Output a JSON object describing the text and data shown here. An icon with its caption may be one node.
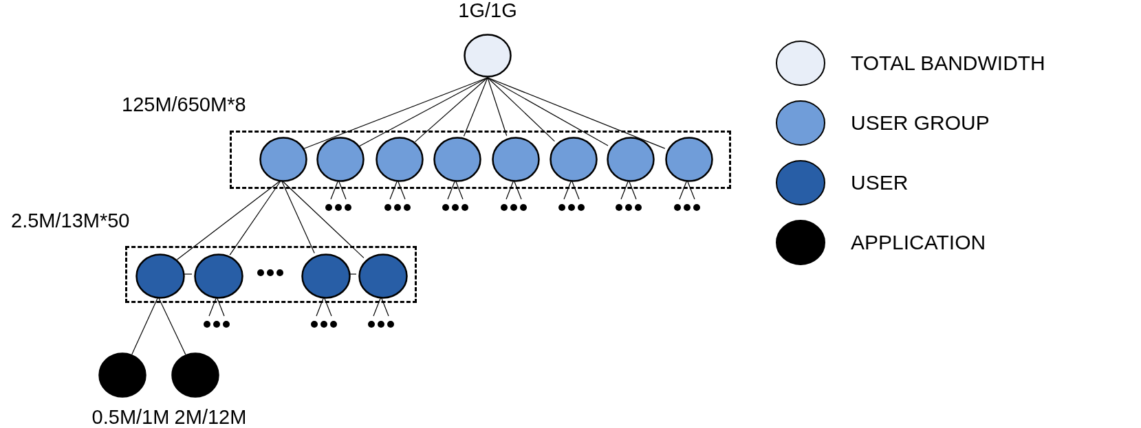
{
  "diagram": {
    "nodes": [
      {
        "text": [],
        "shape": "circle",
        "beside": [
          "1G/1G"
        ]
      },
      {
        "text": [
          "125M/650M*8"
        ]
      },
      {
        "text": [],
        "shape": "circle",
        "in": 1
      },
      {
        "text": [],
        "shape": "circle",
        "in": 1
      },
      {
        "text": [],
        "shape": "circle",
        "in": 1
      },
      {
        "text": [],
        "shape": "circle",
        "in": 1
      },
      {
        "text": [],
        "shape": "circle",
        "in": 1
      },
      {
        "text": [],
        "shape": "circle",
        "in": 1
      },
      {
        "text": [],
        "shape": "circle",
        "in": 1
      },
      {
        "text": [],
        "shape": "circle",
        "in": 1
      },
      {
        "text": [
          "2.5M/13M*50"
        ]
      },
      {
        "text": [],
        "shape": "circle",
        "in": 10
      },
      {
        "text": [],
        "shape": "circle",
        "in": 10
      },
      {
        "text": [],
        "shape": "circle",
        "in": 10
      },
      {
        "text": [],
        "shape": "circle",
        "in": 10
      },
      {
        "text": [],
        "shape": "circle",
        "beside": [
          "0.5M/1M"
        ]
      },
      {
        "text": [],
        "shape": "circle",
        "beside": [
          "2M/12M"
        ]
      }
    ],
    "edges": [
      {
        "from": 0,
        "to": 2,
        "arrow": "none"
      },
      {
        "from": 0,
        "to": 3,
        "arrow": "none"
      },
      {
        "from": 0,
        "to": 4,
        "arrow": "none"
      },
      {
        "from": 0,
        "to": 5,
        "arrow": "none"
      },
      {
        "from": 0,
        "to": 6,
        "arrow": "none"
      },
      {
        "from": 0,
        "to": 7,
        "arrow": "none"
      },
      {
        "from": 0,
        "to": 8,
        "arrow": "none"
      },
      {
        "from": 0,
        "to": 9,
        "arrow": "none"
      },
      {
        "from": 2,
        "to": 11,
        "arrow": "none"
      },
      {
        "from": 2,
        "to": 12,
        "arrow": "none"
      },
      {
        "from": 2,
        "to": 13,
        "arrow": "none"
      },
      {
        "from": 2,
        "to": 14,
        "arrow": "none"
      },
      {
        "from": 11,
        "to": 12,
        "arrow": "none"
      },
      {
        "from": 13,
        "to": 14,
        "arrow": "none"
      },
      {
        "from": 11,
        "to": 15,
        "arrow": "none"
      },
      {
        "from": 11,
        "to": 16,
        "arrow": "none"
      },
      {
        "from": 3,
        "to": null,
        "arrow": "none"
      },
      {
        "from": 3,
        "to": null,
        "arrow": "none"
      },
      {
        "from": 4,
        "to": null,
        "arrow": "none"
      },
      {
        "from": 4,
        "to": null,
        "arrow": "none"
      },
      {
        "from": 5,
        "to": null,
        "arrow": "none"
      },
      {
        "from": 5,
        "to": null,
        "arrow": "none"
      },
      {
        "from": 6,
        "to": null,
        "arrow": "none"
      },
      {
        "from": 6,
        "to": null,
        "arrow": "none"
      },
      {
        "from": 7,
        "to": null,
        "arrow": "none"
      },
      {
        "from": 7,
        "to": null,
        "arrow": "none"
      },
      {
        "from": 8,
        "to": null,
        "arrow": "none"
      },
      {
        "from": 8,
        "to": null,
        "arrow": "none"
      },
      {
        "from": 9,
        "to": null,
        "arrow": "none"
      },
      {
        "from": 9,
        "to": null,
        "arrow": "none"
      },
      {
        "from": 12,
        "to": null,
        "arrow": "none"
      },
      {
        "from": 12,
        "to": null,
        "arrow": "none"
      },
      {
        "from": 13,
        "to": null,
        "arrow": "none"
      },
      {
        "from": 13,
        "to": null,
        "arrow": "none"
      },
      {
        "from": 14,
        "to": null,
        "arrow": "none"
      },
      {
        "from": 14,
        "to": null,
        "arrow": "none"
      }
    ],
    "legend": [
      {
        "text": "TOTAL BANDWIDTH",
        "color": "#e8eef8"
      },
      {
        "text": "USER GROUP",
        "color": "#709dd9"
      },
      {
        "text": "USER",
        "color": "#285ea6"
      },
      {
        "text": "APPLICATION",
        "color": "#000000"
      }
    ]
  }
}
